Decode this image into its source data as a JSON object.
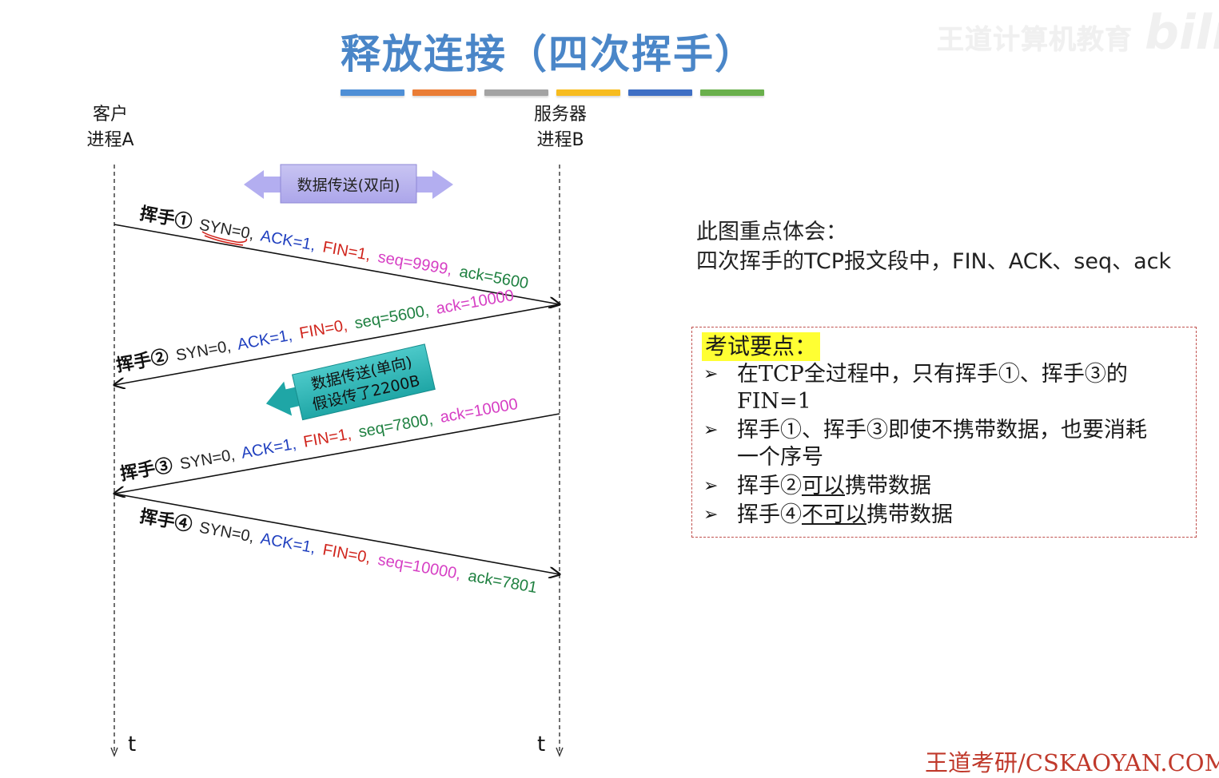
{
  "title": "释放连接（四次挥手）",
  "accent_bar_colors": [
    "#4f8fd6",
    "#ea7d35",
    "#a3a3a3",
    "#f7bc1f",
    "#3f6fc4",
    "#6ab04c"
  ],
  "watermark": {
    "text": "王道计算机教育",
    "logo": "bilib"
  },
  "client": {
    "line1": "客户",
    "line2": "进程A",
    "time": "t"
  },
  "server": {
    "line1": "服务器",
    "line2": "进程B",
    "time": "t"
  },
  "data_transfer_both": "数据传送(双向)",
  "data_transfer_one": {
    "line1": "数据传送(单向)",
    "line2": "假设传了2200B"
  },
  "field_colors": {
    "SYN": "#222222",
    "ACK": "#1f3fbf",
    "FIN": "#d0241c",
    "seq": "#d63fc4",
    "ack": "#1e8040"
  },
  "handshakes": [
    {
      "label": "挥手①",
      "SYN": "SYN=0,",
      "ACK": "ACK=1,",
      "FIN": "FIN=1,",
      "seq": "seq=9999,",
      "ack": "ack=5600"
    },
    {
      "label": "挥手②",
      "SYN": "SYN=0,",
      "ACK": "ACK=1,",
      "FIN": "FIN=0,",
      "seq": "seq=5600,",
      "ack": "ack=10000"
    },
    {
      "label": "挥手③",
      "SYN": "SYN=0,",
      "ACK": "ACK=1,",
      "FIN": "FIN=1,",
      "seq": "seq=7800,",
      "ack": "ack=10000"
    },
    {
      "label": "挥手④",
      "SYN": "SYN=0,",
      "ACK": "ACK=1,",
      "FIN": "FIN=0,",
      "seq": "seq=10000,",
      "ack": "ack=7801"
    }
  ],
  "note": {
    "line1": "此图重点体会：",
    "line2_prefix": "四次挥手的",
    "line2_tcp": "TCP",
    "line2_mid": "报文段中，",
    "line2_fields": "FIN、ACK、seq、ack"
  },
  "exam": {
    "title": "考试要点：",
    "marker": "➢",
    "items": [
      {
        "line1": "在TCP全过程中，只有挥手①、挥手③的",
        "line2": "FIN=1"
      },
      {
        "line1": "挥手①、挥手③即使不携带数据，也要消耗",
        "line2": "一个序号"
      },
      {
        "pre": "挥手②",
        "underlined": "可以",
        "post": "携带数据"
      },
      {
        "pre": "挥手④",
        "underlined": "不可以",
        "post": "携带数据"
      }
    ]
  },
  "footer": "王道考研/CSKAOYAN.COM"
}
